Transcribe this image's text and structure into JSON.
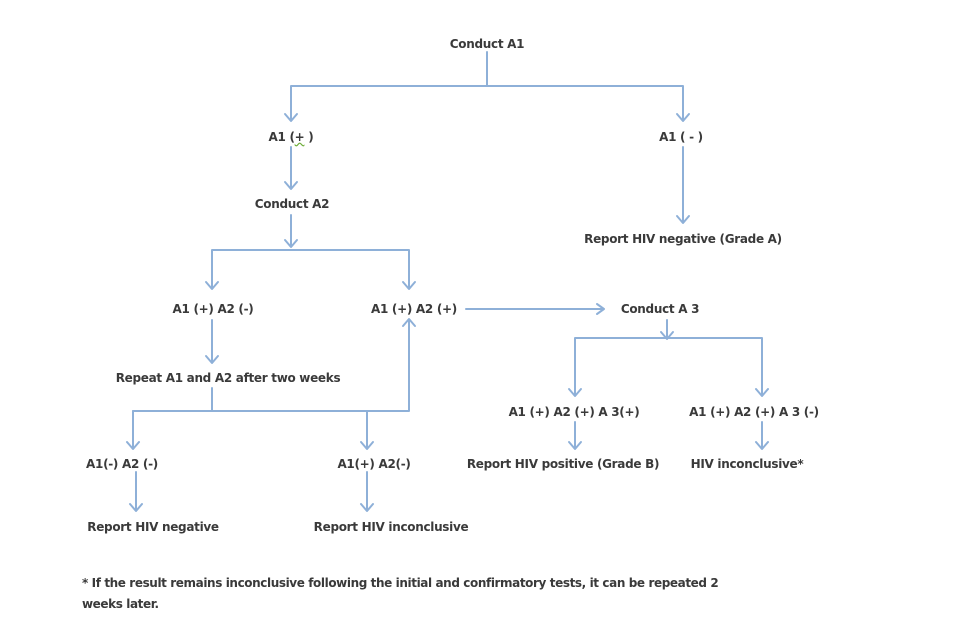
{
  "diagram": {
    "title": "HIV testing algorithm flowchart",
    "line_color": "#8eb0d8",
    "text_color": "#3a3a3a",
    "nodes": {
      "conduct_a1": "Conduct A1",
      "a1_pos_prefix": "A1 (",
      "a1_pos_sign": "+",
      "a1_pos_suffix": ")",
      "a1_neg": "A1 ( - )",
      "conduct_a2": "Conduct A2",
      "report_neg_grade_a": "Report HIV negative (Grade A)",
      "a1pos_a2neg": "A1 (+) A2 (-)",
      "a1pos_a2pos": "A1 (+) A2 (+)",
      "conduct_a3": "Conduct A 3",
      "repeat": "Repeat A1 and A2 after two weeks",
      "a3_pos": "A1 (+) A2 (+) A 3(+)",
      "a3_neg": "A1 (+) A2 (+) A 3 (-)",
      "repeat_neg_neg": "A1(-)  A2 (-)",
      "repeat_pos_neg": "A1(+) A2(-)",
      "report_pos_grade_b": "Report HIV positive (Grade B)",
      "hiv_inconclusive_star": "HIV inconclusive*",
      "report_neg": "Report HIV negative",
      "report_inconclusive": "Report HIV inconclusive"
    },
    "footnote_line1": "* If the result remains inconclusive following the initial and confirmatory tests, it can be repeated 2",
    "footnote_line2": "weeks later."
  }
}
